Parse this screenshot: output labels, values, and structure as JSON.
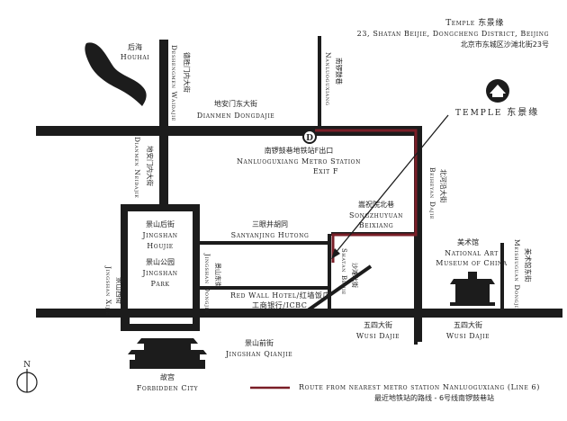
{
  "header": {
    "brand_en": "Temple",
    "brand_cn": "东景缘",
    "address_en": "23, Shatan Beijie, Dongcheng District, Beijing",
    "address_cn": "北京市东城区沙滩北街23号"
  },
  "logo": {
    "text_en": "TEMPLE",
    "text_cn": "东景缘",
    "icon": "temple-logo-icon"
  },
  "places": {
    "houhai": {
      "cn": "后海",
      "en": "Houhai"
    },
    "deshengmen_wai": {
      "cn": "德胜门内大街",
      "en": "Deshengmen Waidajie"
    },
    "dianmen_dongdajie": {
      "cn": "地安门东大街",
      "en": "Dianmen Dongdajie"
    },
    "nanluoguxiang": {
      "cn": "南锣鼓巷",
      "en": "Nanluoguxiang"
    },
    "metro_station": {
      "cn": "南锣鼓巷地铁站F出口",
      "en1": "Nanluoguxiang Metro Station",
      "en2": "Exit F"
    },
    "dianmen_neidajie": {
      "cn": "地安门内大街",
      "en": "Dianmen Neidajie"
    },
    "songzhuyuan": {
      "cn": "嵩祝院北巷",
      "en1": "Songzhuyuan",
      "en2": "Beixiang"
    },
    "beiheyan": {
      "cn": "北河沿大街",
      "en": "Beiheyan Dajie"
    },
    "sanyanjing": {
      "cn": "三眼井胡同",
      "en": "Sanyanjing Hutong"
    },
    "jingshan_houjie": {
      "cn": "景山后街",
      "en1": "Jingshan",
      "en2": "Houjie"
    },
    "jingshan_park": {
      "cn": "景山公园",
      "en1": "Jingshan",
      "en2": "Park"
    },
    "jingshan_xijie": {
      "cn": "景山西街",
      "en": "Jingshan Xijie"
    },
    "jingshan_dongjie": {
      "cn": "景山东街",
      "en": "Jingshan Dongjie"
    },
    "shatan_beijie": {
      "cn": "沙滩北街",
      "en": "Shatan Beijie"
    },
    "red_wall_hotel": {
      "en": "Red Wall Hotel/红墙饭店"
    },
    "icbc": {
      "en": "工商银行/ICBC"
    },
    "art_museum": {
      "cn": "美术馆",
      "en1": "National Art",
      "en2": "Museum of China"
    },
    "meishuguan_dongjie": {
      "cn": "美术馆东街",
      "en": "Meishuguan Dongjie"
    },
    "wusi_dajie_1": {
      "cn": "五四大街",
      "en": "Wusi Dajie"
    },
    "wusi_dajie_2": {
      "cn": "五四大街",
      "en": "Wusi Dajie"
    },
    "jingshan_qianjie": {
      "cn": "景山前街",
      "en": "Jingshan Qianjie"
    },
    "forbidden_city": {
      "cn": "故宫",
      "en": "Forbidden City"
    }
  },
  "compass": {
    "label": "N"
  },
  "legend": {
    "text_en": "Route from nearest metro station Nanluoguxiang (Line 6)",
    "text_cn": "最近地铁站的路线 - 6号线南锣鼓巷站",
    "route_color": "#7a1e27"
  },
  "colors": {
    "road": "#1c1c1c",
    "route": "#7a1e27",
    "ink": "#222222"
  }
}
